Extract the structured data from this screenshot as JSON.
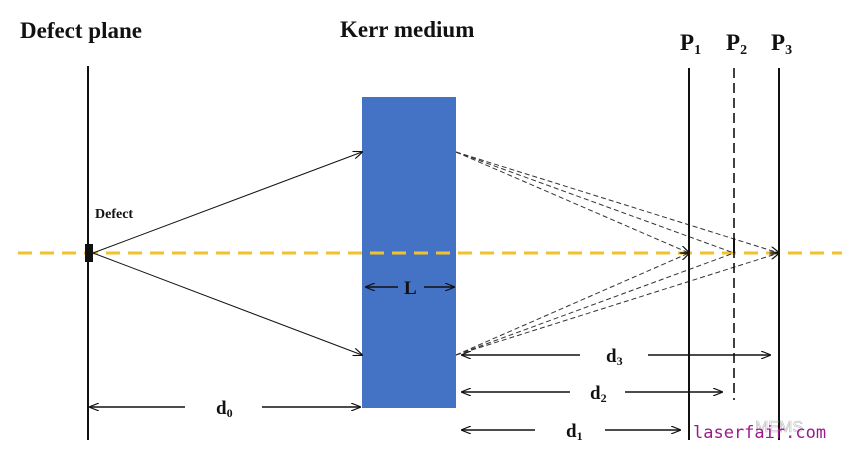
{
  "labels": {
    "defect_plane": "Defect plane",
    "kerr_medium": "Kerr medium",
    "defect": "Defect",
    "length": "L",
    "p1": "P",
    "p1_sub": "1",
    "p2": "P",
    "p2_sub": "2",
    "p3": "P",
    "p3_sub": "3",
    "d0": "d",
    "d0_sub": "0",
    "d1": "d",
    "d1_sub": "1",
    "d2": "d",
    "d2_sub": "2",
    "d3": "d",
    "d3_sub": "3"
  },
  "watermark": {
    "text": "laserfair.com",
    "faint": "MEMS"
  },
  "colors": {
    "medium": "#4472C4",
    "axis": "#F2C12E",
    "watermark": "#9b1a8c"
  }
}
